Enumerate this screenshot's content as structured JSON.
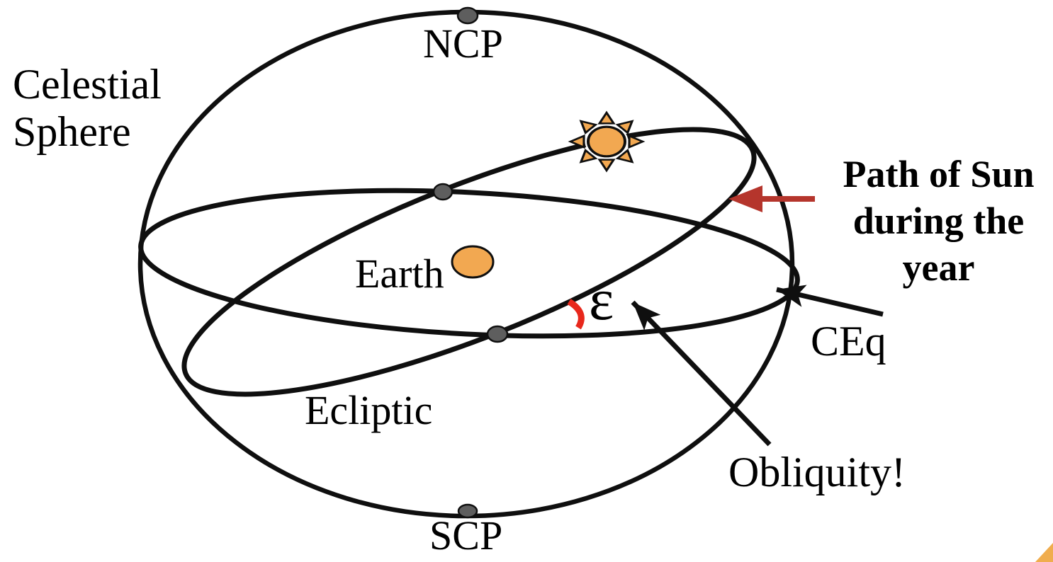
{
  "diagram": {
    "title": "Celestial sphere with ecliptic and celestial equator",
    "labels": {
      "celestial_sphere": "Celestial\nSphere",
      "ncp": "NCP",
      "scp": "SCP",
      "earth": "Earth",
      "ecliptic": "Ecliptic",
      "ceq": "CEq",
      "obliquity": "Obliquity!",
      "epsilon": "ε",
      "path_of_sun": "Path of Sun\nduring the\nyear"
    },
    "colors": {
      "line": "#0f0f0f",
      "pole_dot_fill": "#5e5e5e",
      "sun_orange": "#f2a851",
      "obliquity_arc_red": "#e8281c",
      "path_arrow_red": "#b5352c",
      "corner_triangle_orange": "#f0ad4e",
      "background": "#ffffff",
      "text": "#000000"
    }
  }
}
